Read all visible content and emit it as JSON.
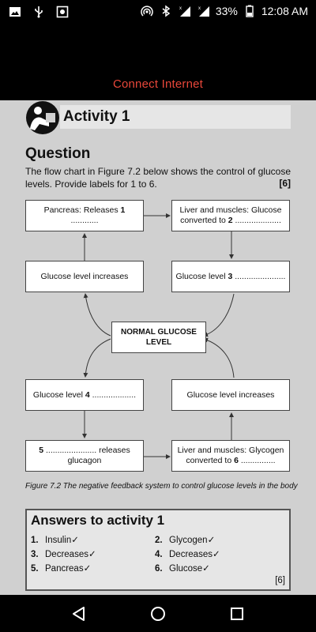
{
  "status_bar": {
    "battery": "33%",
    "time": "12:08 AM",
    "icons": [
      "image-icon",
      "usb-icon",
      "screenshot-icon",
      "hotspot-icon",
      "bluetooth-icon",
      "signal-icon",
      "signal-icon",
      "battery-icon"
    ]
  },
  "top_bar": {
    "label": "Connect Internet"
  },
  "activity": {
    "title": "Activity 1"
  },
  "question": {
    "title": "Question",
    "text": "The flow chart in Figure 7.2 below shows the control of glucose levels. Provide labels for 1 to 6.",
    "marks": "[6]"
  },
  "flowchart": {
    "pancreas_releases": {
      "pre": "Pancreas: Releases ",
      "num": "1",
      "post": " ............"
    },
    "liver_muscles_glucose": {
      "line1": "Liver and muscles: Glucose",
      "pre": "converted to ",
      "num": "2",
      "post": " ...................."
    },
    "glucose_increases_top": "Glucose level increases",
    "glucose_level_3": {
      "pre": "Glucose level ",
      "num": "3",
      "post": " ......................"
    },
    "normal_glucose": "NORMAL GLUCOSE LEVEL",
    "glucose_level_4": {
      "pre": "Glucose level ",
      "num": "4",
      "post": " ..................."
    },
    "glucose_increases_bottom": "Glucose level increases",
    "releases_glucagon": {
      "num": "5",
      "mid": " ...................... releases",
      "line2": "glucagon"
    },
    "liver_muscles_glycogen": {
      "line1": "Liver and muscles: Glycogen",
      "pre": "converted to ",
      "num": "6",
      "post": " ..............."
    },
    "caption": "Figure 7.2 The negative feedback system to control glucose levels in the body"
  },
  "answers": {
    "title": "Answers to activity 1",
    "items": [
      {
        "num": "1.",
        "text": "Insulin✓"
      },
      {
        "num": "2.",
        "text": "Glycogen✓"
      },
      {
        "num": "3.",
        "text": "Decreases✓"
      },
      {
        "num": "4.",
        "text": "Decreases✓"
      },
      {
        "num": "5.",
        "text": "Pancreas✓"
      },
      {
        "num": "6.",
        "text": "Glucose✓"
      }
    ],
    "marks": "[6]"
  },
  "nav": {
    "icons": [
      "back-icon",
      "home-icon",
      "recents-icon"
    ]
  }
}
